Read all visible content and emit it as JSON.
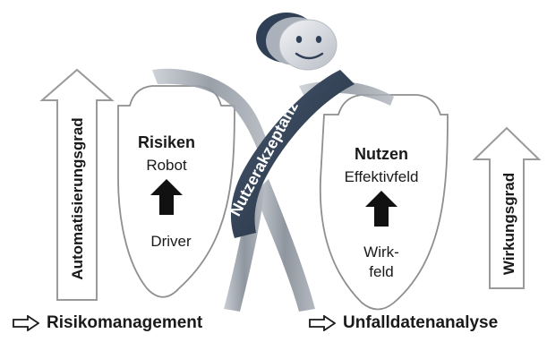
{
  "left_arrow_label": "Automatisierungsgrad",
  "right_arrow_label": "Wirkungsgrad",
  "risk_shield": {
    "title": "Risiken",
    "top": "Robot",
    "bottom": "Driver"
  },
  "benefit_shield": {
    "title": "Nutzen",
    "top": "Effektivfeld",
    "bottom_line1": "Wirk-",
    "bottom_line2": "feld"
  },
  "figure_band_label": "Nutzerakzeptanz",
  "bottom_left": "Risikomanagement",
  "bottom_right": "Unfalldatenanalyse",
  "colors": {
    "arrow_outline": "#9a9a9a",
    "band_dark": "#2f3f55",
    "body_grey": "#8e96a0",
    "head_light": "#d8dce2"
  }
}
